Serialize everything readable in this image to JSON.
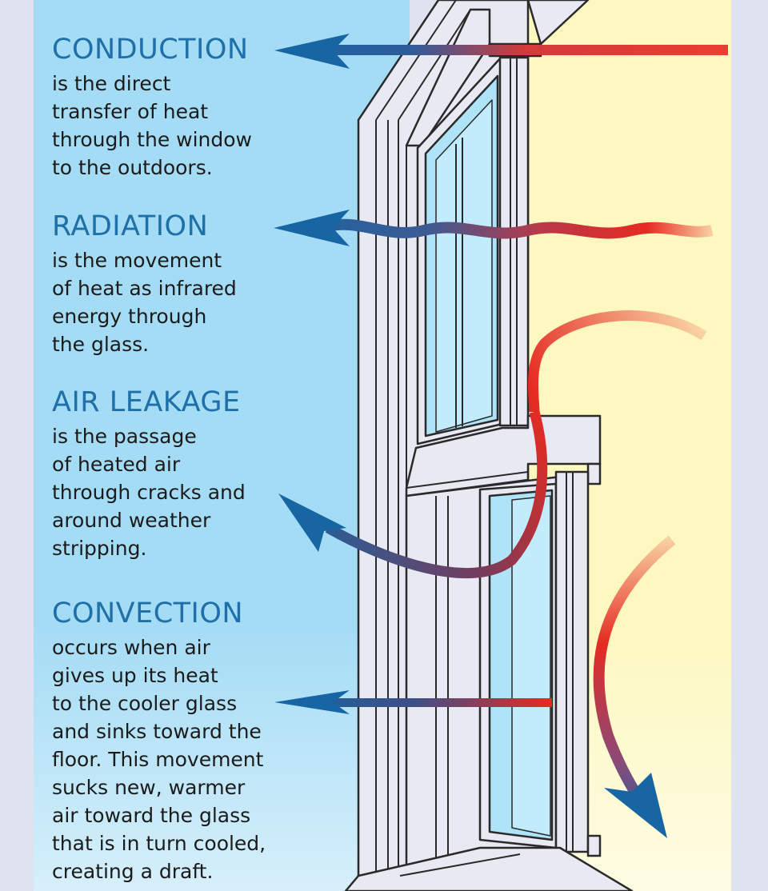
{
  "colors": {
    "page_margin": "#dfe3ef",
    "outdoor_blue": "#a4dcf5",
    "indoor_yellow": "#fdf8c0",
    "heading_blue": "#1f6fa8",
    "body_text": "#1b1b1b",
    "heat_red": "#e52b22",
    "cool_blue": "#1766a3",
    "frame_fill": "#e8e9f2",
    "frame_stroke": "#2a2a2a",
    "glass": "#aee3f8"
  },
  "sections": [
    {
      "heading": "CONDUCTION",
      "lines": [
        "is the direct",
        "transfer of heat",
        "through the window",
        "to the outdoors."
      ]
    },
    {
      "heading": "RADIATION",
      "lines": [
        "is the movement",
        "of heat as infrared",
        "energy through",
        "the glass."
      ]
    },
    {
      "heading": "AIR LEAKAGE",
      "lines": [
        "is the passage",
        "of heated air",
        "through cracks and",
        "around weather",
        "stripping."
      ]
    },
    {
      "heading": "CONVECTION",
      "lines": [
        "occurs when air",
        "gives up its heat",
        "to the cooler glass",
        "and sinks toward the",
        "floor. This movement",
        "sucks new, warmer",
        "air toward the glass",
        "that is in turn cooled,",
        "creating a draft."
      ]
    }
  ],
  "icons": [
    "conduction-arrow-icon",
    "radiation-wave-arrow-icon",
    "air-leakage-curved-arrow-icon",
    "convection-arrow-icon",
    "downdraft-arrow-icon"
  ]
}
